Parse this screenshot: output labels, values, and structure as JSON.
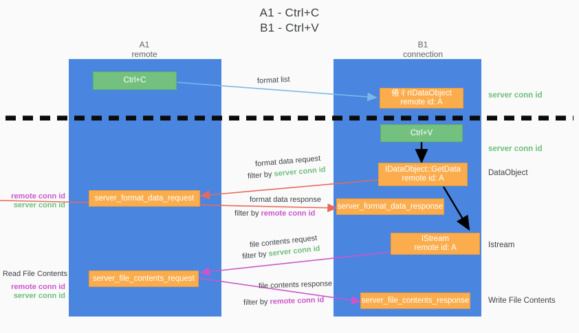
{
  "title": {
    "line1": "A1 - Ctrl+C",
    "line2": "B1 - Ctrl+V"
  },
  "colors": {
    "lane": "#4a86e0",
    "green_box": "#74c17f",
    "orange_box": "#fbad4d",
    "server_conn_id": "#6dbf7a",
    "remote_conn_id": "#cc55cc",
    "arrow_blue": "#7ab8e8",
    "arrow_red": "#e8695c",
    "arrow_magenta": "#cc55cc",
    "arrow_black": "#000000",
    "background": "#fafafa"
  },
  "columns": [
    {
      "name": "A1",
      "sub": "remote"
    },
    {
      "name": "B1",
      "sub": "connection"
    }
  ],
  "boxes": {
    "ctrl_c": {
      "l1": "Ctrl+C"
    },
    "idataobject": {
      "l1": "倦彳rIDataObject",
      "l2": "remote id: A"
    },
    "ctrl_v": {
      "l1": "Ctrl+V"
    },
    "getdata": {
      "l1": "IDataObject::GetData",
      "l2": "remote id: A"
    },
    "server_format_data_request": {
      "l1": "server_format_data_request"
    },
    "server_format_data_response": {
      "l1": "server_format_data_response"
    },
    "istream": {
      "l1": "IStream",
      "l2": "remote id: A"
    },
    "server_file_contents_request": {
      "l1": "server_file_contents_request"
    },
    "server_file_contents_response": {
      "l1": "server_file_contents_response"
    }
  },
  "arrow_labels": {
    "format_list": "format list",
    "format_data_request": "format data request",
    "format_data_request_filter_prefix": "filter by ",
    "format_data_request_filter_value": "server conn id",
    "format_data_response": "format data response",
    "format_data_response_filter_prefix": "filter by ",
    "format_data_response_filter_value": "remote conn id",
    "file_contents_request": "file contents request",
    "file_contents_request_filter_prefix": "filter by ",
    "file_contents_request_filter_value": "server conn id",
    "file_contents_response": "file contents response",
    "file_contents_response_filter_prefix": "filter by ",
    "file_contents_response_filter_value": "remote conn id"
  },
  "right_labels": {
    "server_conn_id_1": "server conn id",
    "server_conn_id_2": "server conn id",
    "dataobject": "DataObject",
    "istream": "Istream",
    "write_file_contents": "Write File Contents"
  },
  "left_labels": {
    "remote_conn_id_1": "remote conn id",
    "server_conn_id_1": "server conn id",
    "read_file_contents": "Read File Contents",
    "remote_conn_id_2": "remote conn id",
    "server_conn_id_2": "server conn id"
  }
}
